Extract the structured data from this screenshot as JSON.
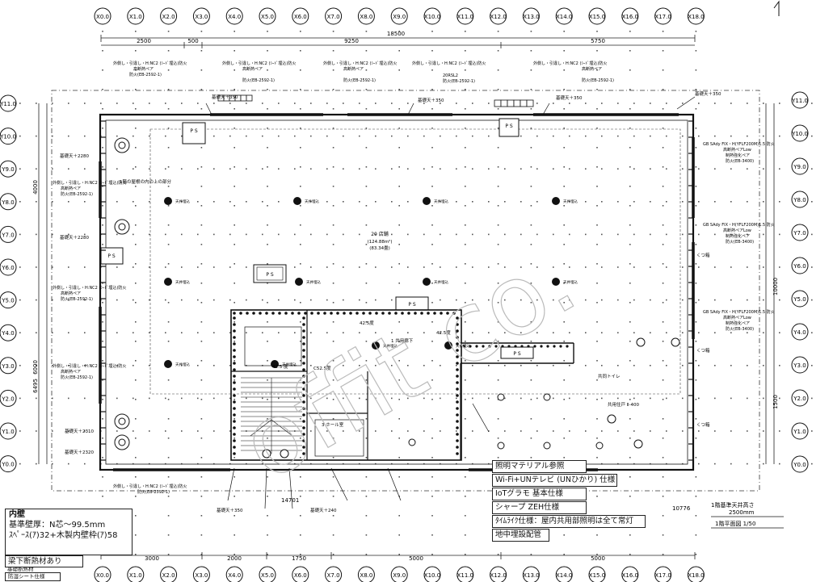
{
  "top_axes": [
    "X0.0",
    "X1.0",
    "X2.0",
    "X3.0",
    "X4.0",
    "X5.0",
    "X6.0",
    "X7.0",
    "X8.0",
    "X9.0",
    "X10.0",
    "X11.0",
    "X12.0",
    "X13.0",
    "X14.0",
    "X15.0",
    "X16.0",
    "X17.0",
    "X18.0"
  ],
  "bottom_axes": [
    "X0.0",
    "X1.0",
    "X2.0",
    "X3.0",
    "X4.0",
    "X5.0",
    "X6.0",
    "X7.0",
    "X8.0",
    "X9.0",
    "X10.0",
    "X11.0",
    "X12.0",
    "X13.0",
    "X14.0",
    "X15.0",
    "X16.0",
    "X17.0",
    "X18.0"
  ],
  "left_axes": [
    "Y11.0",
    "Y10.0",
    "Y9.0",
    "Y8.0",
    "Y7.0",
    "Y6.0",
    "Y5.0",
    "Y4.0",
    "Y3.0",
    "Y2.0",
    "Y1.0",
    "Y0.0"
  ],
  "right_axes": [
    "Y11.0",
    "Y10.0",
    "Y9.0",
    "Y8.0",
    "Y7.0",
    "Y6.0",
    "Y5.0",
    "Y4.0",
    "Y3.0",
    "Y2.0",
    "Y1.0",
    "Y0.0"
  ],
  "top_dimensions": {
    "total": "18500",
    "segments": [
      "2500",
      "500",
      "9250",
      "5750"
    ]
  },
  "bottom_dimensions": [
    "3000",
    "2000",
    "1750",
    "5000",
    "5000"
  ],
  "left_dimensions": [
    "4000",
    "6000",
    "6495"
  ],
  "right_dimensions": [
    "10000",
    "1500"
  ],
  "wall_notes_top": [
    "外側し・引違し・H:NC2 (ｼｰﾄﾞ埋込)防火",
    "高断熱ペア",
    "防火(EB-2592-1)",
    "20RSL2",
    "防火(EB-2592-1)"
  ],
  "wall_notes_right": [
    "GB SAdy FIX・H(YFLF200M)1.5 防火",
    "高断熱ペアLow",
    "制熱強化ペア",
    "防火(EB-3400)"
  ],
  "room": {
    "name": "20 店舗",
    "area1": "(124.88m²)",
    "area2": "(83.34畳)"
  },
  "room_notes": {
    "ceiling_height": "基礎天＋350",
    "ceiling_height_2": "基礎天＋2280",
    "ceiling_height_3": "基礎天＋2310",
    "ceiling_height_4": "基礎天＋2320",
    "ceiling_height_5": "基礎天＋240",
    "corner_note": "1階の屋根の内の上の部分",
    "light_label": "天井埋込",
    "ps": "P S",
    "shoe": "くつ箱",
    "stair_label": "42.5度",
    "stair_label_2": "42.5 度",
    "c52": "C52.5度",
    "room_3": "3 ホール室",
    "dim_14701": "14701",
    "dim_10776": "10776",
    "restroom": "共同トイレ",
    "hall": "1 共用廊下",
    "wc_note": "共用住戸 Ⅱ-400"
  },
  "legend": [
    "照明マテリアル参照",
    "Wi-Fi+UNテレビ (UNひかり) 仕様",
    "IoTグラモ 基本仕様",
    "シャープ ZEH仕様",
    "ﾀｲﾑﾗｲｸ仕様：屋内共用部照明は全て常灯",
    "地中埋設配管"
  ],
  "scale_note": {
    "title": "1階基準天井高さ",
    "value": "2500mm",
    "plan": "1階平面図  1/50"
  },
  "left_note": {
    "title": "内壁",
    "line1": "基準壁厚：N芯～99.5mm",
    "line2": "ｽﾍﾟｰｽ(ｱ)32+木製内壁枠(ｱ)58",
    "line3": "梁下断熱材あり",
    "line4": "基礎断熱材",
    "line5": "防湿シート仕様"
  },
  "watermark": "offit co."
}
